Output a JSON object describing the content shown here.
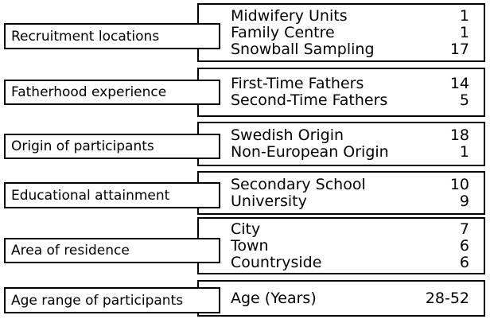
{
  "sections": [
    {
      "label": "Recruitment locations",
      "items": [
        {
          "name": "Midwifery Units",
          "value": "1"
        },
        {
          "name": "Family Centre",
          "value": "1"
        },
        {
          "name": "Snowball Sampling",
          "value": "17"
        }
      ]
    },
    {
      "label": "Fatherhood experience",
      "items": [
        {
          "name": "First-Time Fathers",
          "value": "14"
        },
        {
          "name": "Second-Time Fathers",
          "value": "5"
        }
      ]
    },
    {
      "label": "Origin of participants",
      "items": [
        {
          "name": "Swedish Origin",
          "value": "18"
        },
        {
          "name": "Non-European Origin",
          "value": "1"
        }
      ]
    },
    {
      "label": "Educational attainment",
      "items": [
        {
          "name": "Secondary School",
          "value": "10"
        },
        {
          "name": "University",
          "value": "9"
        }
      ]
    },
    {
      "label": "Area of residence",
      "items": [
        {
          "name": "City",
          "value": "7"
        },
        {
          "name": "Town",
          "value": "6"
        },
        {
          "name": "Countryside",
          "value": "6"
        }
      ]
    },
    {
      "label": "Age range of participants",
      "items": [
        {
          "name": "Age (Years)",
          "value": "28-52"
        }
      ]
    }
  ],
  "colors": {
    "border": "#000000",
    "background": "#ffffff",
    "text": "#000000"
  }
}
